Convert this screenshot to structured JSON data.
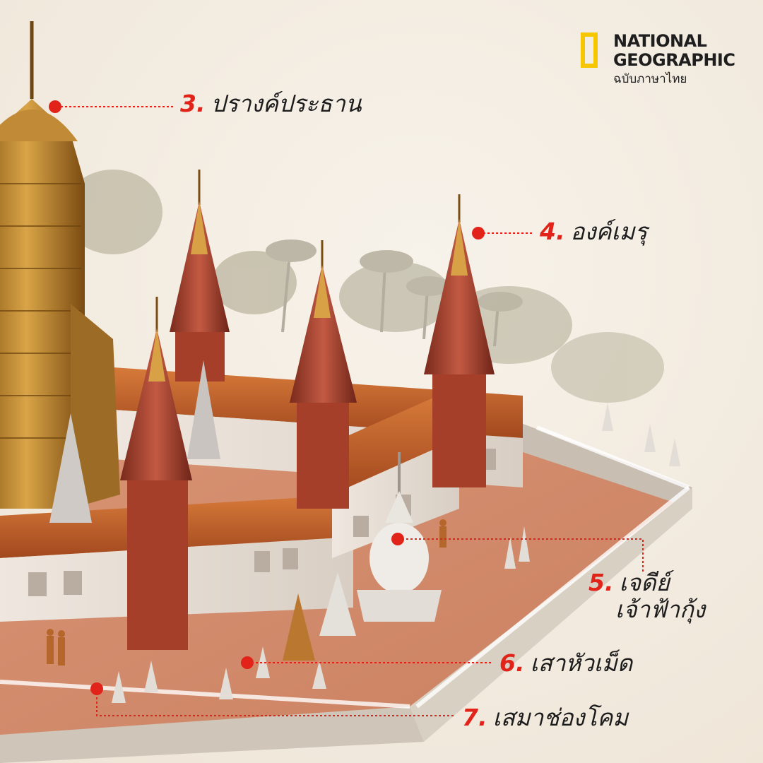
{
  "brand": {
    "line1": "NATIONAL",
    "line2": "GEOGRAPHIC",
    "line3": "ฉบับภาษาไทย",
    "accent": "#f6c700"
  },
  "colors": {
    "label_number": "#e2231a",
    "leader_line": "#e2231a",
    "label_text": "#1d1d1d",
    "background": "#f4ede3"
  },
  "labels": [
    {
      "num": "3.",
      "text": "ปรางค์ประธาน"
    },
    {
      "num": "4.",
      "text": "องค์เมรุ"
    },
    {
      "num": "5.",
      "text": "เจดีย์",
      "text2": "เจ้าฟ้ากุ้ง"
    },
    {
      "num": "6.",
      "text": "เสาหัวเม็ด"
    },
    {
      "num": "7.",
      "text": "เสมาช่องโคม"
    }
  ]
}
